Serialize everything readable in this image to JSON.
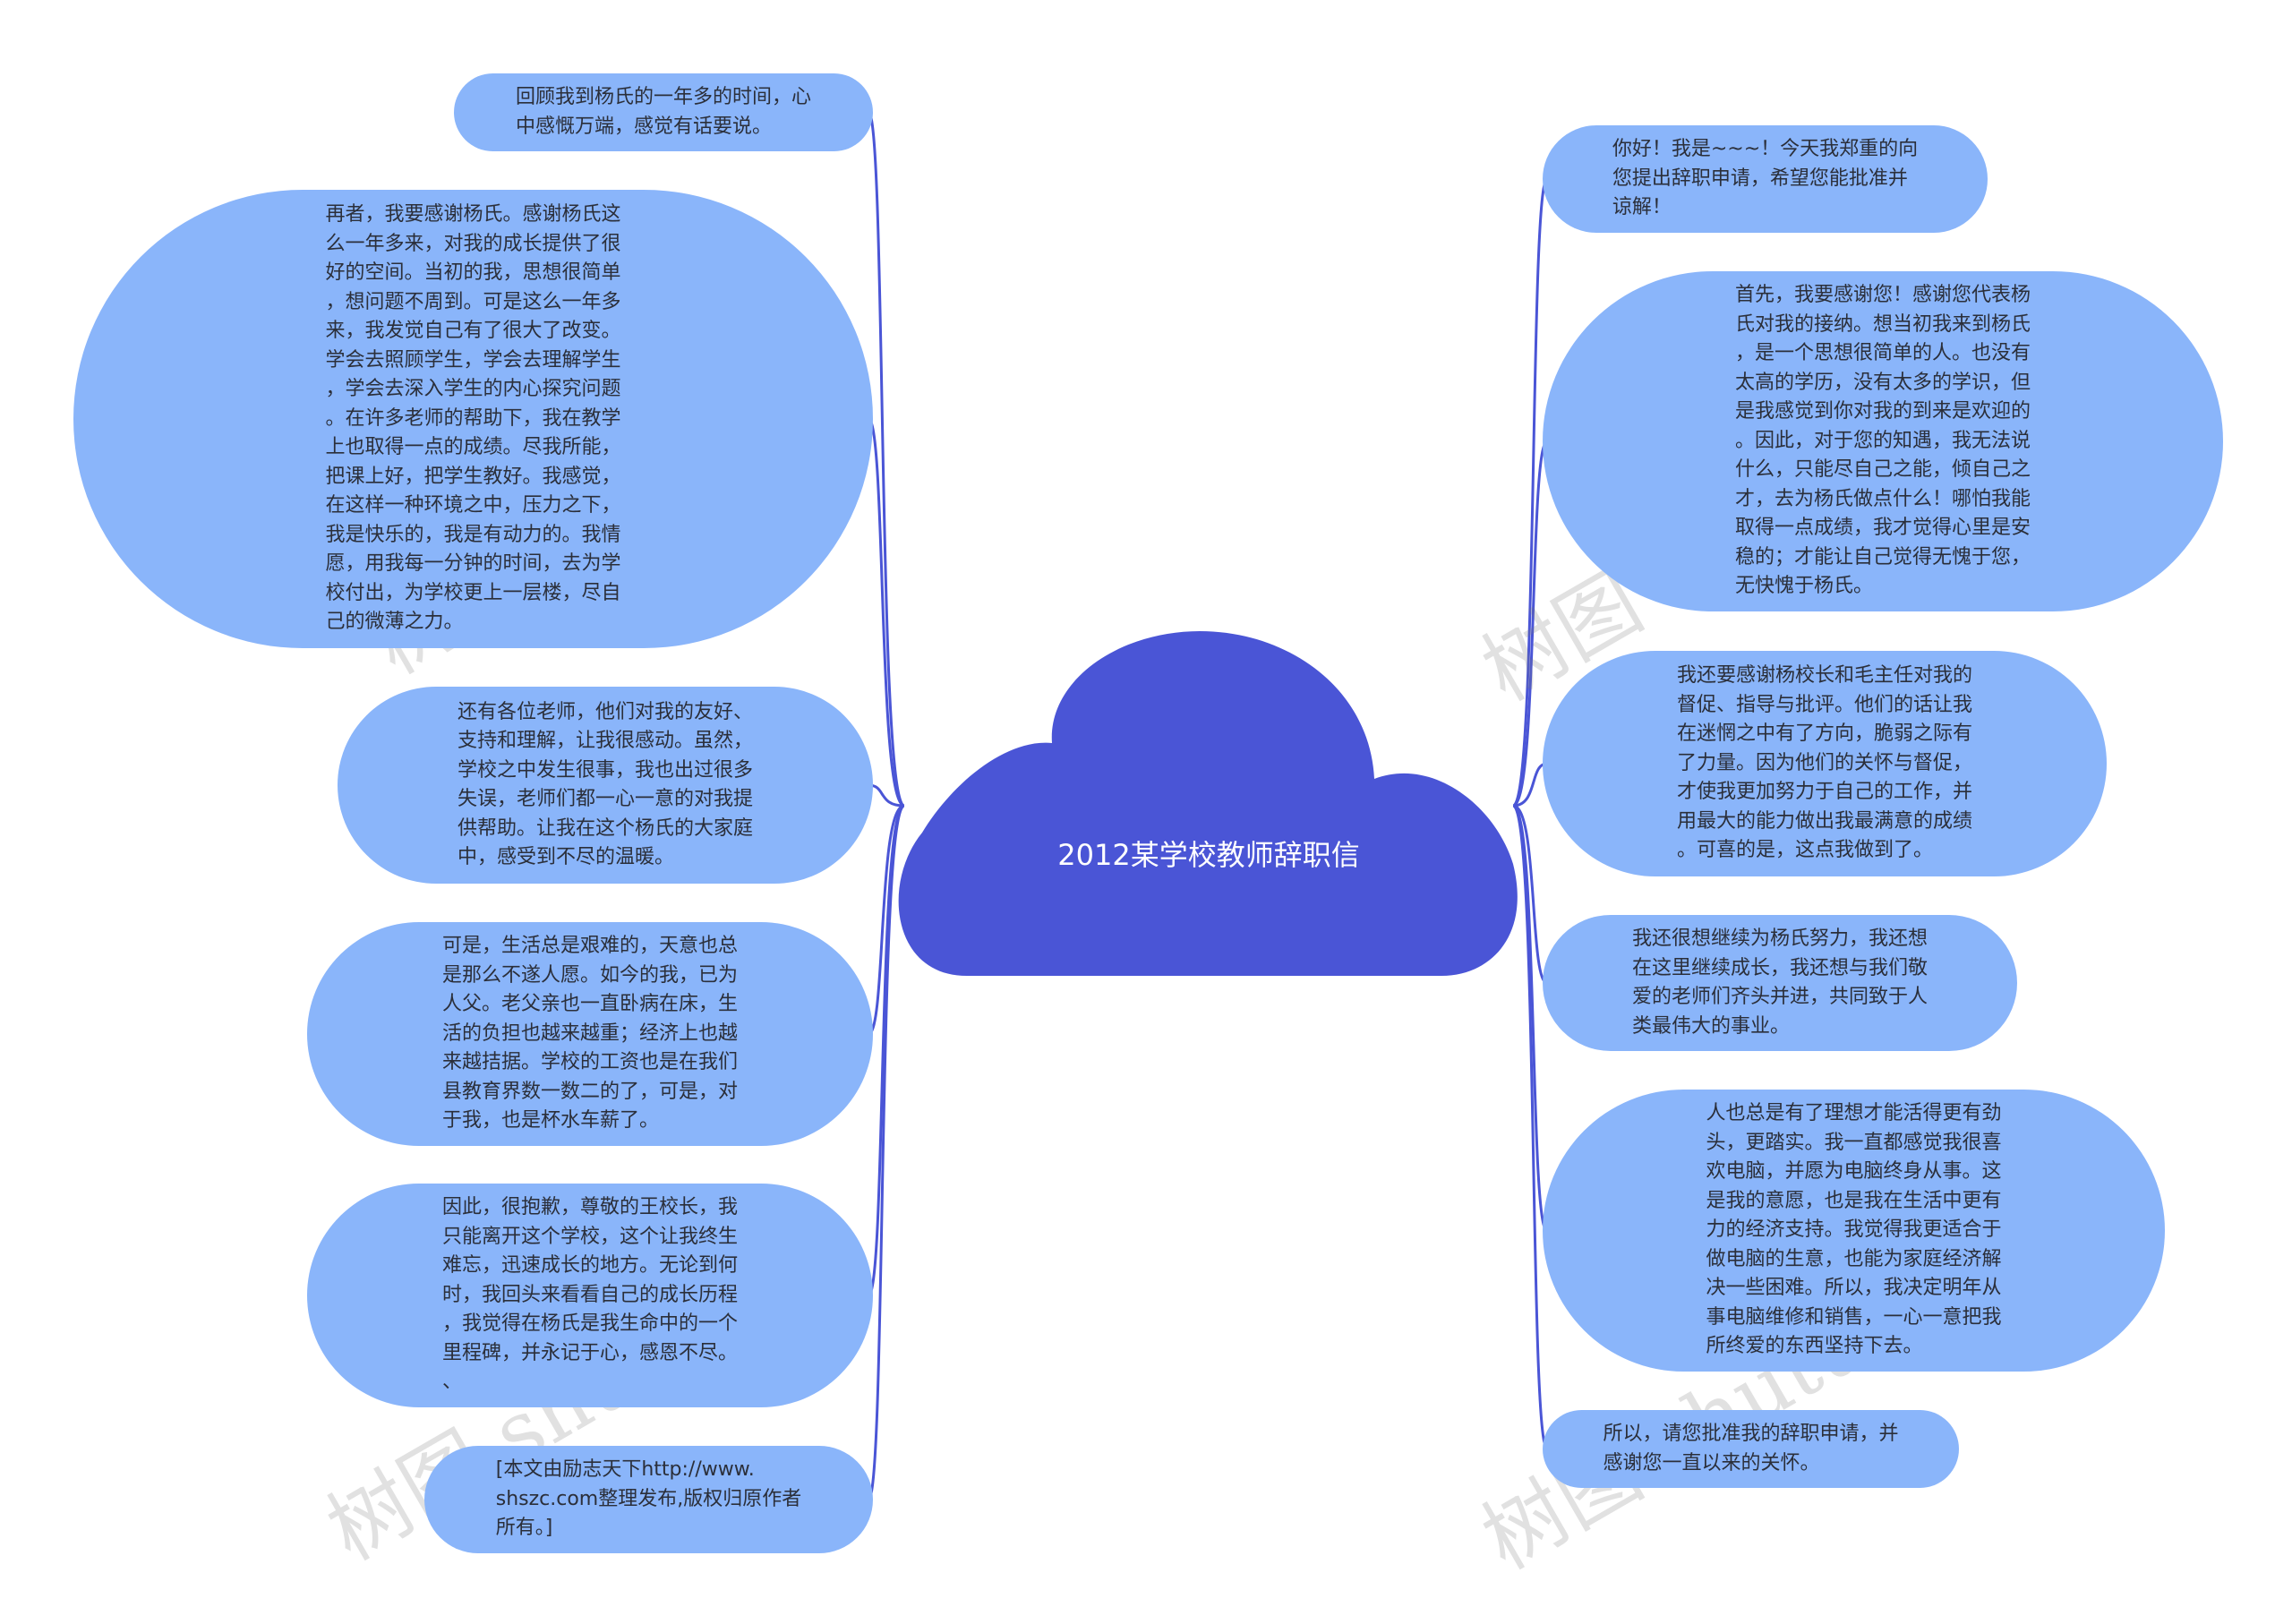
{
  "title": "2012某学校教师辞职信",
  "colors": {
    "center": "#4a55d6",
    "node": "#8ab5fa",
    "line": "#4a55d6",
    "text": "#2b2f3a"
  },
  "watermark": "树图 shutu.cn",
  "left_nodes": [
    {
      "text": "回顾我到杨氏的一年多的时间，心\n中感慨万端，感觉有话要说。"
    },
    {
      "text": "再者，我要感谢杨氏。感谢杨氏这\n么一年多来，对我的成长提供了很\n好的空间。当初的我，思想很简单\n，想问题不周到。可是这么一年多\n来，我发觉自己有了很大了改变。\n学会去照顾学生，学会去理解学生\n，学会去深入学生的内心探究问题\n。在许多老师的帮助下，我在教学\n上也取得一点的成绩。尽我所能，\n把课上好，把学生教好。我感觉，\n在这样一种环境之中，压力之下，\n我是快乐的，我是有动力的。我情\n愿，用我每一分钟的时间，去为学\n校付出，为学校更上一层楼，尽自\n己的微薄之力。"
    },
    {
      "text": "还有各位老师，他们对我的友好、\n支持和理解，让我很感动。虽然，\n学校之中发生很事，我也出过很多\n失误，老师们都一心一意的对我提\n供帮助。让我在这个杨氏的大家庭\n中，感受到不尽的温暖。"
    },
    {
      "text": "可是，生活总是艰难的，天意也总\n是那么不遂人愿。如今的我，已为\n人父。老父亲也一直卧病在床，生\n活的负担也越来越重；经济上也越\n来越拮据。学校的工资也是在我们\n县教育界数一数二的了，可是，对\n于我，也是杯水车薪了。"
    },
    {
      "text": "因此，很抱歉，尊敬的王校长，我\n只能离开这个学校，这个让我终生\n难忘，迅速成长的地方。无论到何\n时，我回头来看看自己的成长历程\n，我觉得在杨氏是我生命中的一个\n里程碑，并永记于心，感恩不尽。\n、"
    },
    {
      "text": "[本文由励志天下http://www.\nshszc.com整理发布,版权归原作者\n所有。]"
    }
  ],
  "right_nodes": [
    {
      "text": "你好！我是~~~！今天我郑重的向\n您提出辞职申请，希望您能批准并\n谅解！"
    },
    {
      "text": "首先，我要感谢您！感谢您代表杨\n氏对我的接纳。想当初我来到杨氏\n，是一个思想很简单的人。也没有\n太高的学历，没有太多的学识，但\n是我感觉到你对我的到来是欢迎的\n。因此，对于您的知遇，我无法说\n什么，只能尽自己之能，倾自己之\n才，去为杨氏做点什么！哪怕我能\n取得一点成绩，我才觉得心里是安\n稳的；才能让自己觉得无愧于您，\n无快愧于杨氏。"
    },
    {
      "text": "我还要感谢杨校长和毛主任对我的\n督促、指导与批评。他们的话让我\n在迷惘之中有了方向，脆弱之际有\n了力量。因为他们的关怀与督促，\n才使我更加努力于自己的工作，并\n用最大的能力做出我最满意的成绩\n。可喜的是，这点我做到了。"
    },
    {
      "text": "我还很想继续为杨氏努力，我还想\n在这里继续成长，我还想与我们敬\n爱的老师们齐头并进，共同致于人\n类最伟大的事业。"
    },
    {
      "text": "人也总是有了理想才能活得更有劲\n头，更踏实。我一直都感觉我很喜\n欢电脑，并愿为电脑终身从事。这\n是我的意愿，也是我在生活中更有\n力的经济支持。我觉得我更适合于\n做电脑的生意，也能为家庭经济解\n决一些困难。所以，我决定明年从\n事电脑维修和销售，一心一意把我\n所终爱的东西坚持下去。"
    },
    {
      "text": "所以，请您批准我的辞职申请，并\n感谢您一直以来的关怀。"
    }
  ]
}
